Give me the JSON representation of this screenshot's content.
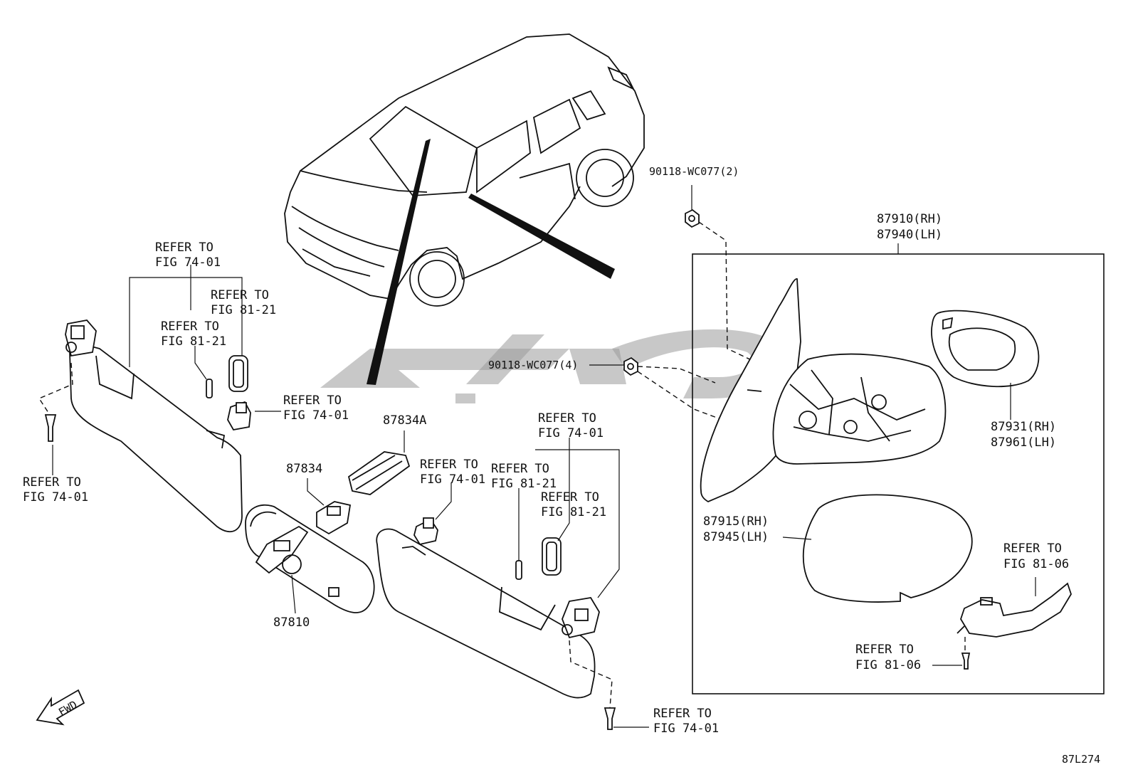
{
  "labels": {
    "refer_74_01_top": [
      "REFER TO",
      "FIG 74-01"
    ],
    "refer_81_21_top_a": [
      "REFER TO",
      "FIG 81-21"
    ],
    "refer_81_21_top_b": [
      "REFER TO",
      "FIG 81-21"
    ],
    "refer_74_01_mid_left": [
      "REFER TO",
      "FIG 74-01"
    ],
    "refer_74_01_left": [
      "REFER TO",
      "FIG 74-01"
    ],
    "part_87834A": "87834A",
    "part_87834": "87834",
    "refer_74_01_center": [
      "REFER TO",
      "FIG 74-01"
    ],
    "refer_81_21_center_a": [
      "REFER TO",
      "FIG 81-21"
    ],
    "refer_74_01_center_right": [
      "REFER TO",
      "FIG 74-01"
    ],
    "refer_81_21_center_b": [
      "REFER TO",
      "FIG 81-21"
    ],
    "part_87810": "87810",
    "refer_74_01_bottom": [
      "REFER TO",
      "FIG 74-01"
    ],
    "bolt_90118_2": "90118-WC077(2)",
    "bolt_90118_4": "90118-WC077(4)",
    "mirror_assy": [
      "87910(RH)",
      "87940(LH)"
    ],
    "mirror_glass": [
      "87931(RH)",
      "87961(LH)"
    ],
    "mirror_cover": [
      "87915(RH)",
      "87945(LH)"
    ],
    "refer_81_06_right": [
      "REFER TO",
      "FIG 81-06"
    ],
    "refer_81_06_bottom": [
      "REFER TO",
      "FIG 81-06"
    ],
    "fwd": "FWD",
    "diagram_code": "87L274"
  },
  "watermark": {
    "color": "#9a9a9a"
  }
}
